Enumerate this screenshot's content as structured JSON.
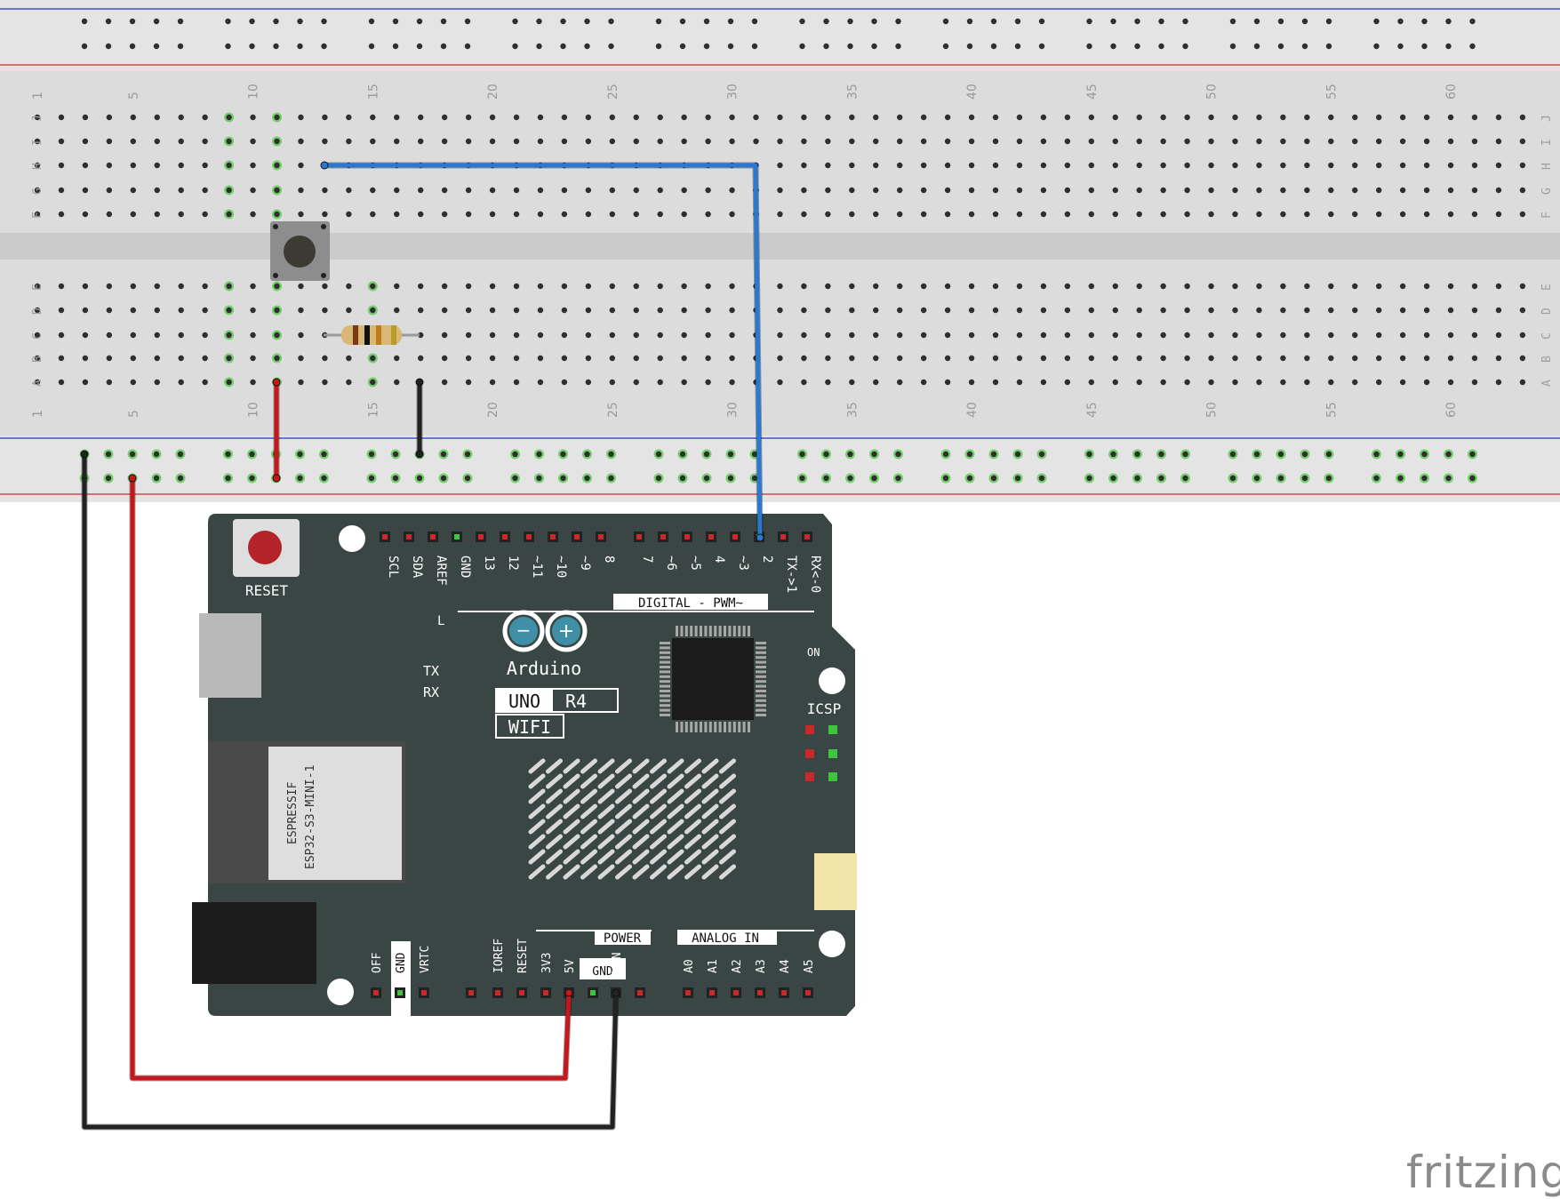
{
  "brand": "fritzing",
  "colors": {
    "board": "#3a4644",
    "breadboard": "#dcdcdc",
    "rail": "#e4e4e4",
    "wire_red": "#c8161d",
    "wire_black": "#222222",
    "wire_blue": "#2a78cf",
    "rail_red_line": "#d24a4a",
    "rail_blue_line": "#3d4ed8",
    "hole_green": "#52c845"
  },
  "breadboard": {
    "column_numbers": [
      "1",
      "5",
      "10",
      "15",
      "20",
      "25",
      "30",
      "35",
      "40",
      "45",
      "50",
      "55",
      "60"
    ],
    "row_letters_top": [
      "J",
      "I",
      "H",
      "G",
      "F"
    ],
    "row_letters_bottom": [
      "E",
      "D",
      "C",
      "B",
      "A"
    ]
  },
  "board": {
    "name": "Arduino",
    "model": "UNO",
    "revision": "R4",
    "variant": "WIFI",
    "reset_label": "RESET",
    "module_vendor": "ESPRESSIF",
    "module_name": "ESP32-S3-MINI-1",
    "digital_title": "DIGITAL - PWM~",
    "power_title": "POWER",
    "analog_title": "ANALOG IN",
    "icsp_label": "ICSP",
    "on_label": "ON",
    "l_label": "L",
    "tx_label": "TX",
    "rx_label": "RX",
    "top_header_left": [
      "SCL",
      "SDA",
      "AREF",
      "GND",
      "13",
      "12",
      "~11",
      "~10",
      "~9",
      "8"
    ],
    "top_header_right": [
      "7",
      "~6",
      "~5",
      "4",
      "~3",
      "2",
      "TX->1",
      "RX<-0"
    ],
    "power_left": [
      "OFF",
      "GND",
      "VRTC"
    ],
    "power_pins": [
      "IOREF",
      "RESET",
      "3V3",
      "5V",
      "GND",
      "VIN"
    ],
    "gnd_box_label": "GND",
    "analog_pins": [
      "A0",
      "A1",
      "A2",
      "A3",
      "A4",
      "A5"
    ]
  }
}
